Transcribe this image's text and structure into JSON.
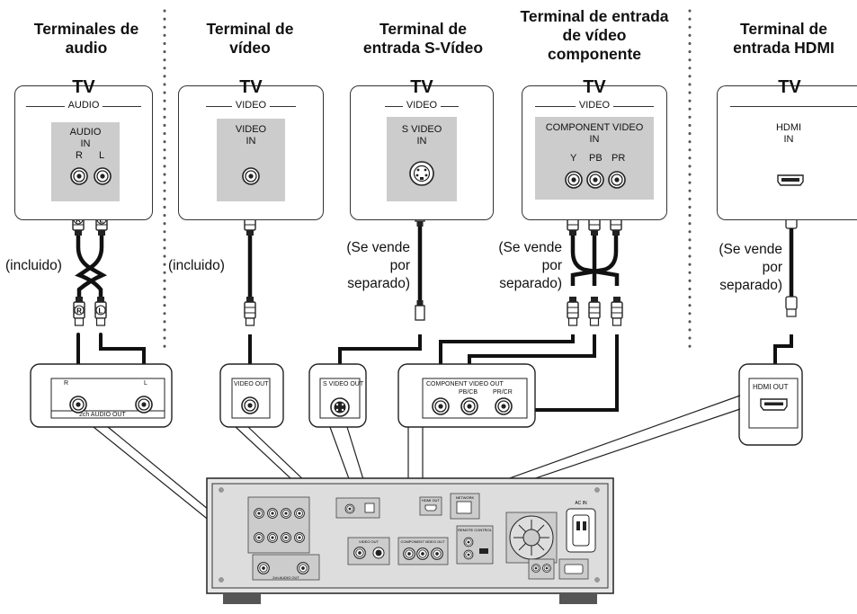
{
  "headings": {
    "audio": [
      "Terminales de",
      "audio"
    ],
    "video": [
      "Terminal de",
      "vídeo"
    ],
    "svideo": [
      "Terminal de",
      "entrada S-Vídeo"
    ],
    "component": [
      "Terminal de entrada",
      "de vídeo",
      "componente"
    ],
    "hdmi": [
      "Terminal de",
      "entrada HDMI"
    ]
  },
  "tv": {
    "title": "TV",
    "audio": {
      "group": "AUDIO",
      "panel": [
        "AUDIO",
        "IN"
      ],
      "r": "R",
      "l": "L"
    },
    "video": {
      "group": "VIDEO",
      "panel": [
        "VIDEO",
        "IN"
      ]
    },
    "svideo": {
      "group": "VIDEO",
      "panel": [
        "S VIDEO",
        "IN"
      ]
    },
    "component": {
      "group": "VIDEO",
      "panel": [
        "COMPONENT VIDEO",
        "IN"
      ],
      "y": "Y",
      "pb": "PB",
      "pr": "PR"
    },
    "hdmi": {
      "panel": [
        "HDMI",
        "IN"
      ]
    }
  },
  "notes": {
    "included_audio": "(incluido)",
    "included_video": "(incluido)",
    "sold_separately": [
      "(Se vende",
      "por",
      "separado)"
    ]
  },
  "plug_letters": {
    "r": "R",
    "l": "L"
  },
  "player_panels": {
    "audio": {
      "title": "2ch AUDIO OUT",
      "r": "R",
      "l": "L"
    },
    "video": {
      "title": "VIDEO OUT"
    },
    "svideo": {
      "title": "S VIDEO OUT"
    },
    "component": {
      "title": "COMPONENT VIDEO OUT",
      "pb": "PB/CB",
      "pr": "PR/CR"
    },
    "hdmi": {
      "title": "HDMI OUT"
    }
  },
  "rear": {
    "ac_in": "AC IN",
    "network": "NETWORK",
    "hdmi_out": "HDMI OUT",
    "remote_control": "REMOTE CONTROL",
    "component_out": "COMPONENT VIDEO OUT",
    "audio_out": "2ch AUDIO OUT",
    "video_out": "VIDEO OUT"
  }
}
